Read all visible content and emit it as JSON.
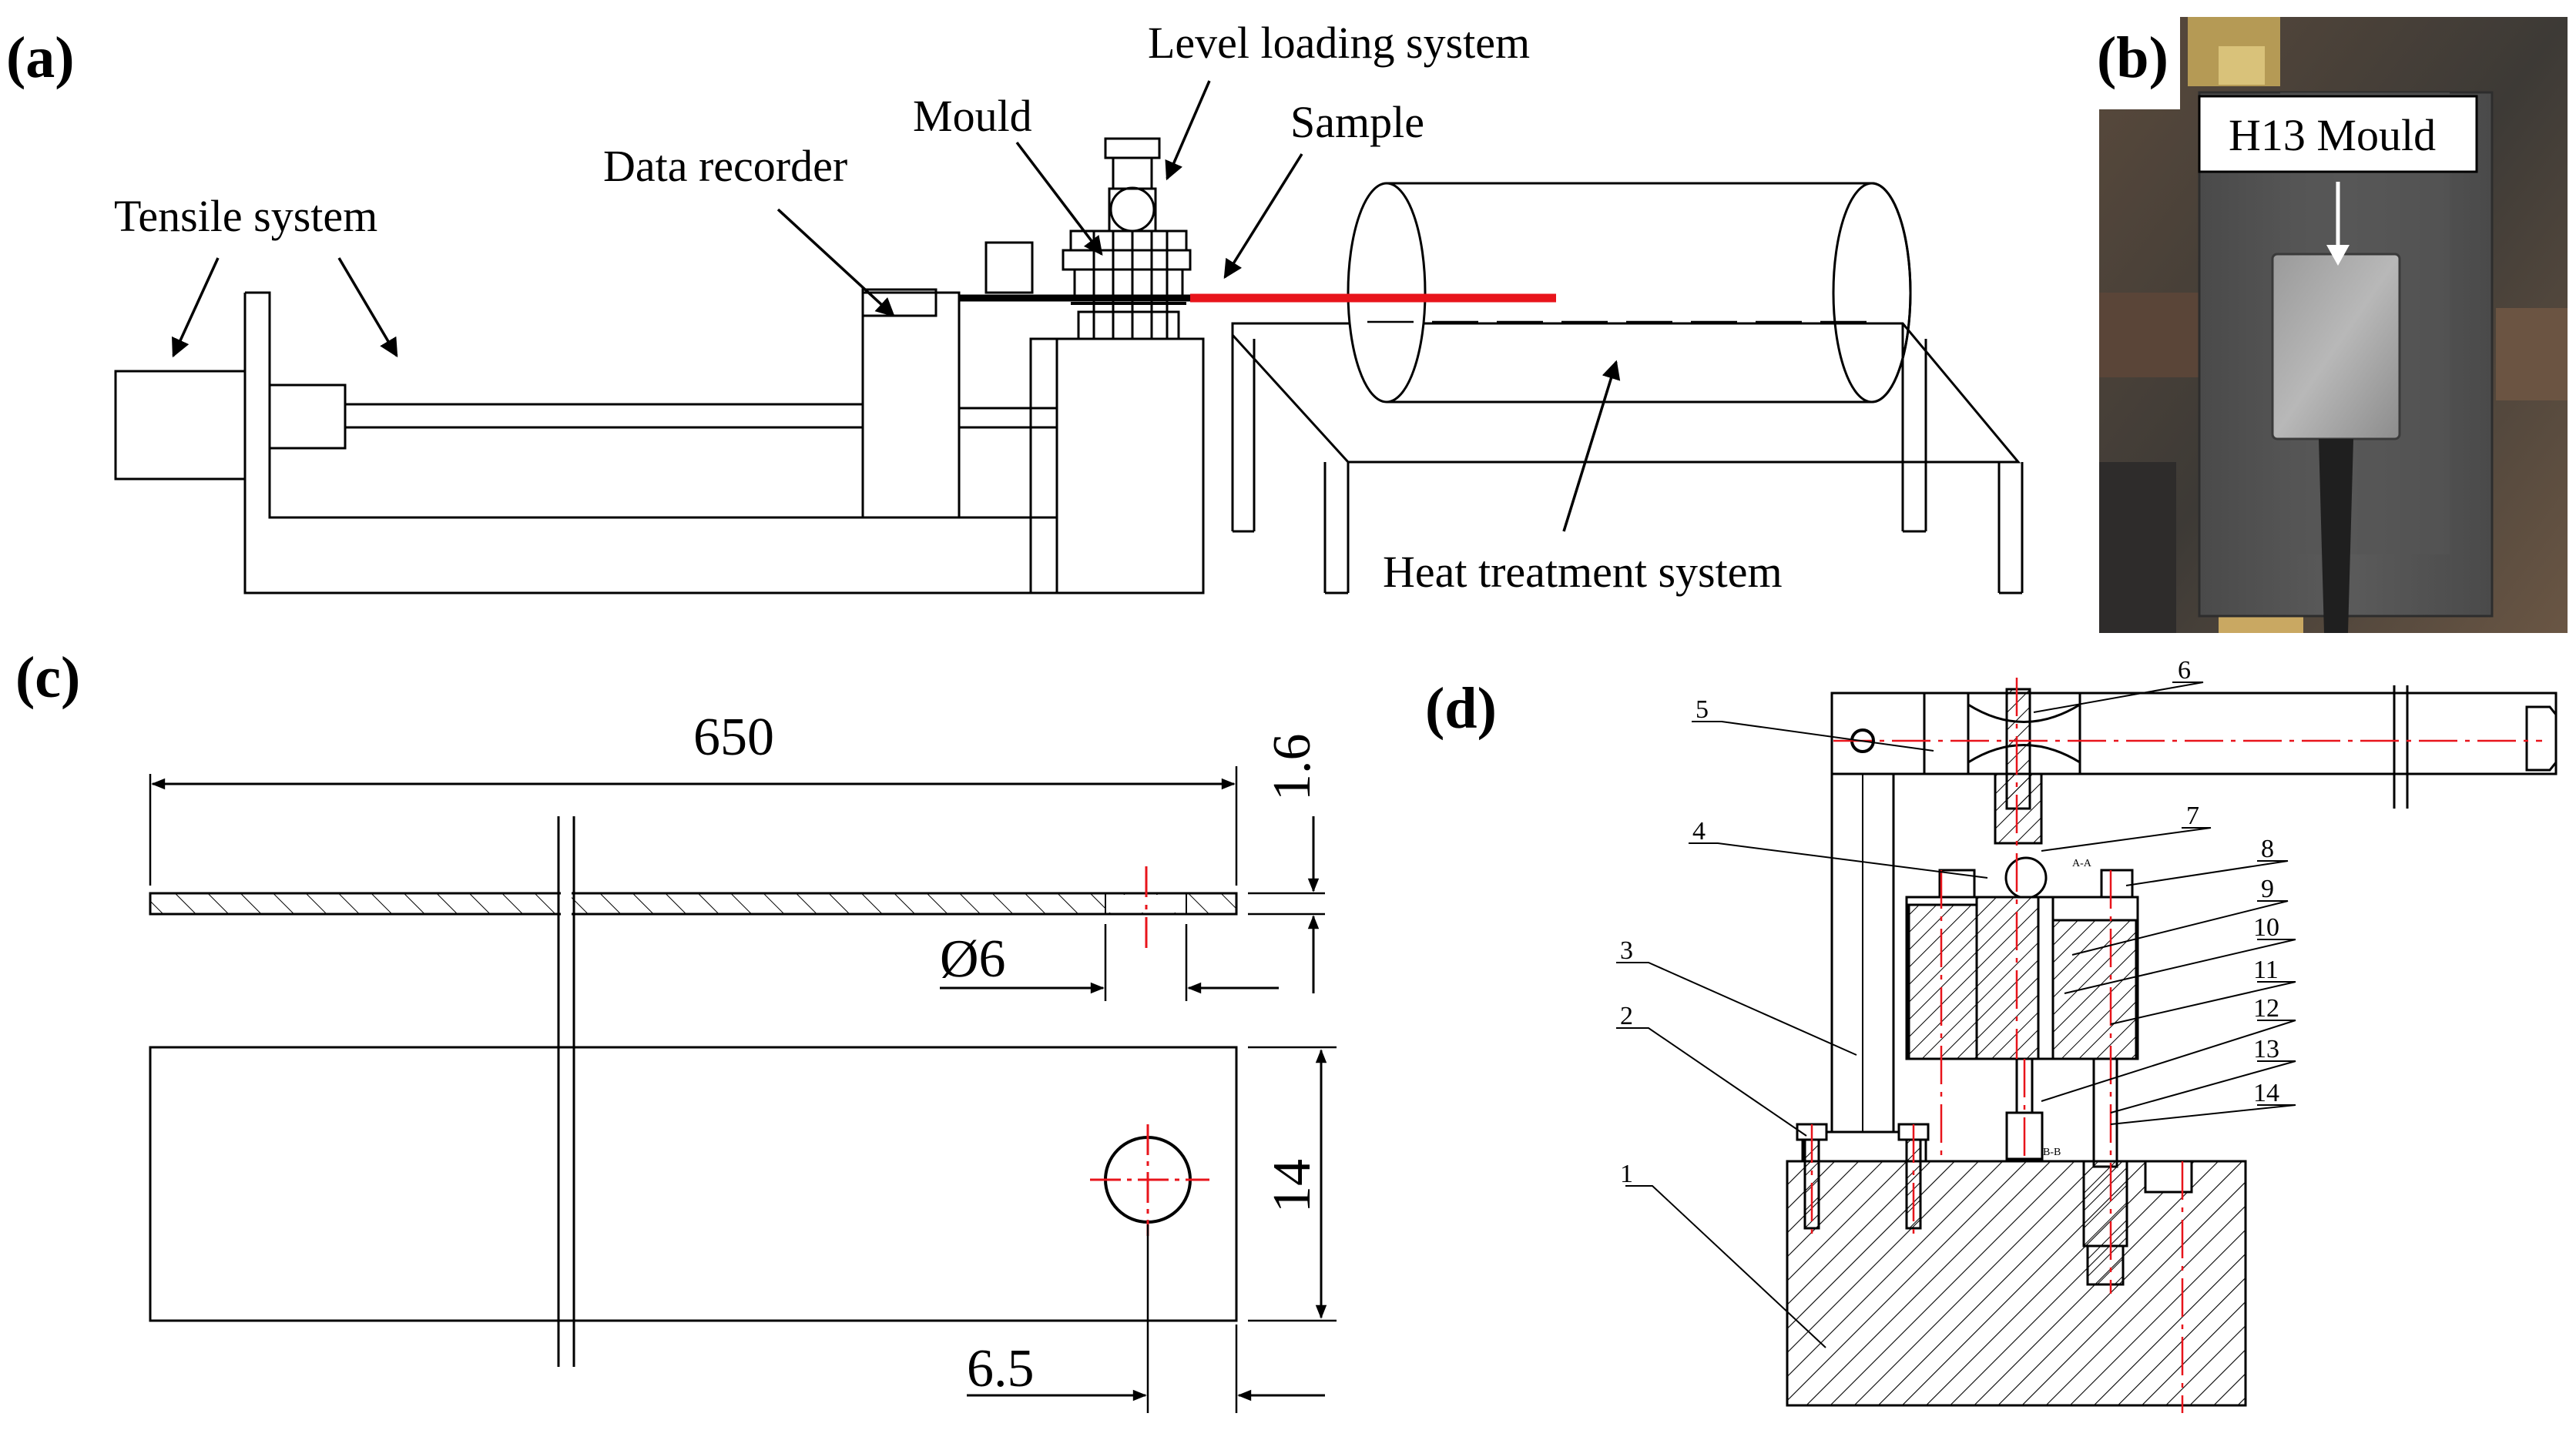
{
  "panels": {
    "a": {
      "label": "(a)",
      "callouts": {
        "level_loading_system": "Level loading system",
        "mould": "Mould",
        "sample": "Sample",
        "data_recorder": "Data recorder",
        "tensile_system": "Tensile system",
        "heat_treatment_system": "Heat treatment system"
      },
      "sample_color": "#e8141b"
    },
    "b": {
      "label": "(b)",
      "mould_label": "H13 Mould"
    },
    "c": {
      "label": "(c)",
      "dims": {
        "length": "650",
        "thickness": "1.6",
        "hole_diameter": "Ø6",
        "width": "14",
        "hole_offset": "6.5"
      },
      "centerline_color": "#e8141b"
    },
    "d": {
      "label": "(d)",
      "part_numbers": [
        "1",
        "2",
        "3",
        "4",
        "5",
        "6",
        "7",
        "8",
        "9",
        "10",
        "11",
        "12",
        "13",
        "14"
      ],
      "section_marks": {
        "aa": "A-A",
        "bb": "B-B"
      },
      "centerline_color": "#e8141b"
    }
  }
}
